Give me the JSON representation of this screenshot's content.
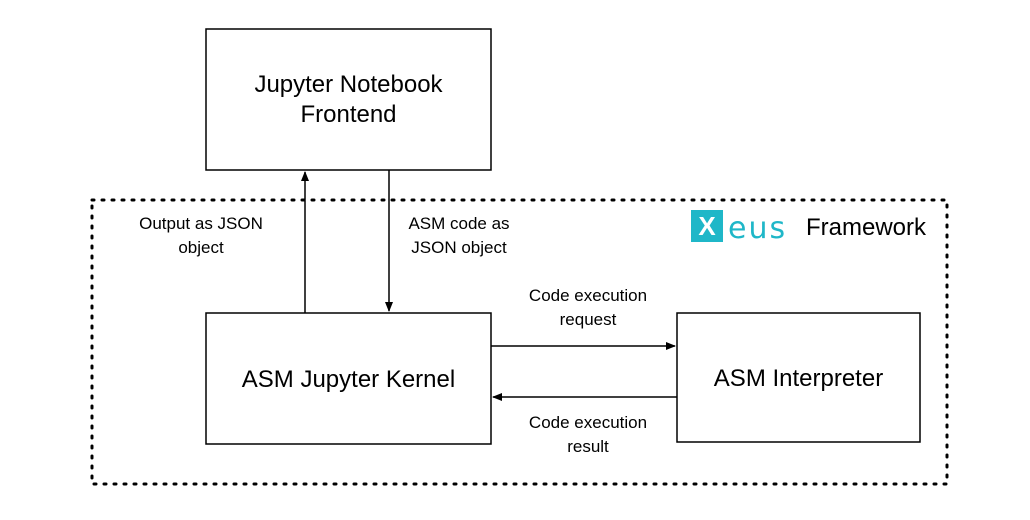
{
  "nodes": {
    "frontend": {
      "line1": "Jupyter Notebook",
      "line2": "Frontend"
    },
    "kernel": {
      "label": "ASM Jupyter Kernel"
    },
    "interpreter": {
      "label": "ASM Interpreter"
    }
  },
  "edges": {
    "output": {
      "line1": "Output as JSON",
      "line2": "object"
    },
    "code": {
      "line1": "ASM code as",
      "line2": "JSON object"
    },
    "request": {
      "line1": "Code execution",
      "line2": "request"
    },
    "result": {
      "line1": "Code execution",
      "line2": "result"
    }
  },
  "framework": {
    "logo_x": "X",
    "logo_rest": "eus",
    "label": "Framework",
    "logo_color": "#1fb7c8"
  }
}
